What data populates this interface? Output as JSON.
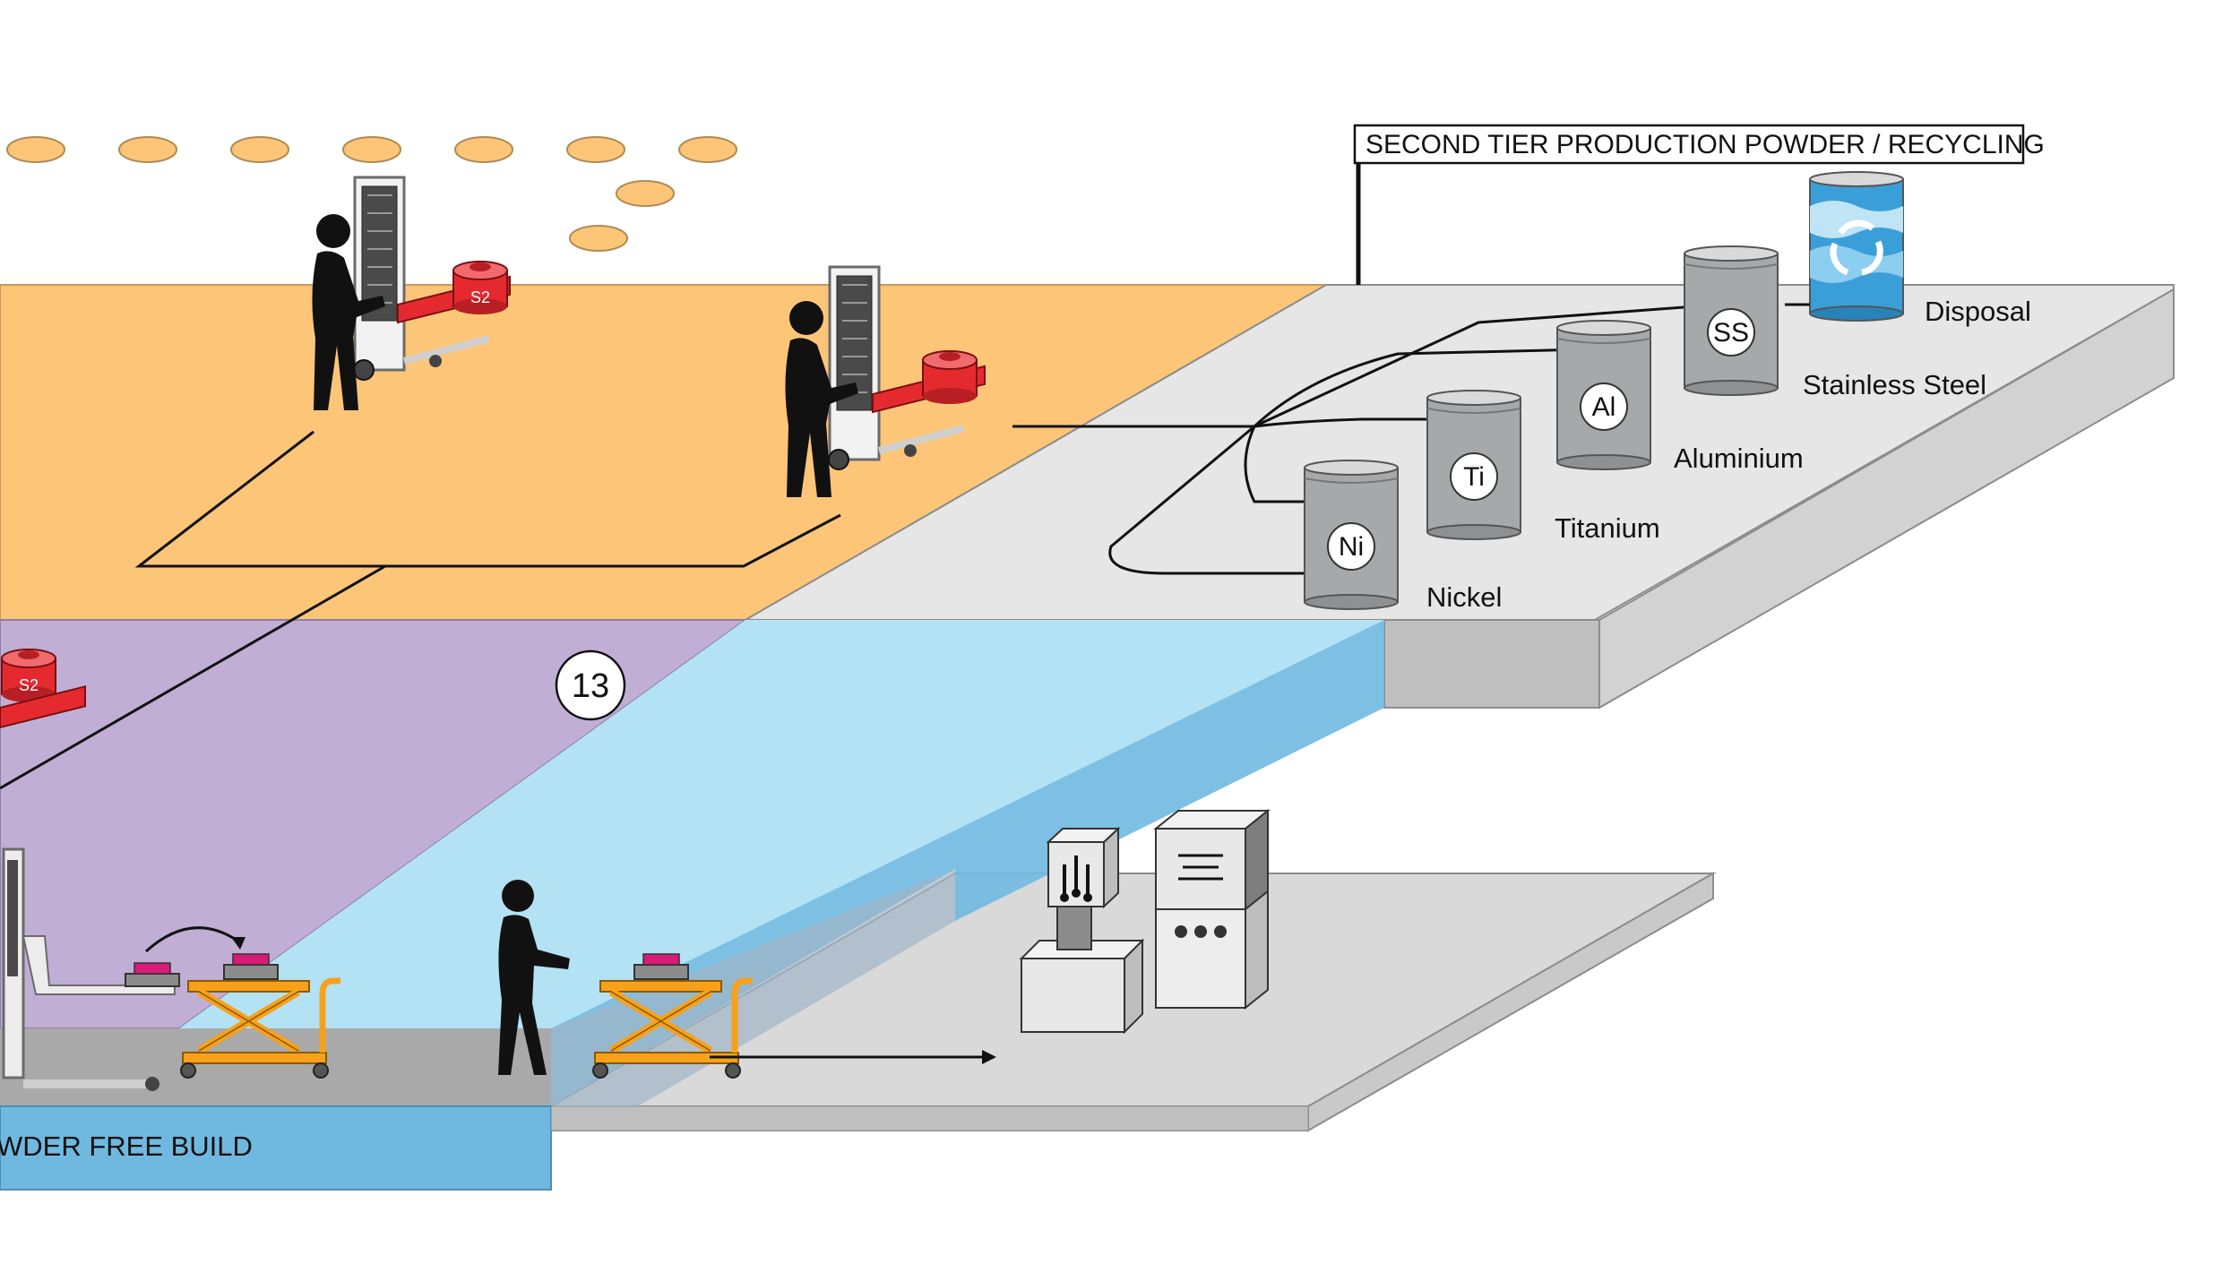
{
  "title": "SECOND TIER PRODUCTION POWDER / RECYCLING",
  "step_number": "13",
  "zone_label": "WDER FREE BUILD",
  "tank_labels": {
    "s2": "S2"
  },
  "barrels": [
    {
      "symbol": "Ni",
      "name": "Nickel"
    },
    {
      "symbol": "Ti",
      "name": "Titanium"
    },
    {
      "symbol": "Al",
      "name": "Aluminium"
    },
    {
      "symbol": "SS",
      "name": "Stainless Steel"
    }
  ],
  "disposal_label": "Disposal",
  "colors": {
    "orange_zone": "#FDC578",
    "purple_zone": "#C0AED5",
    "blue_zone": "#B3E2F5",
    "blue_edge": "#6FB9E1",
    "platform_top": "#E6E6E6",
    "platform_side": "#BFBFBF",
    "barrel": "#A7A8AA",
    "tank_red": "#E52A2F",
    "lift_table": "#F7A11A"
  }
}
